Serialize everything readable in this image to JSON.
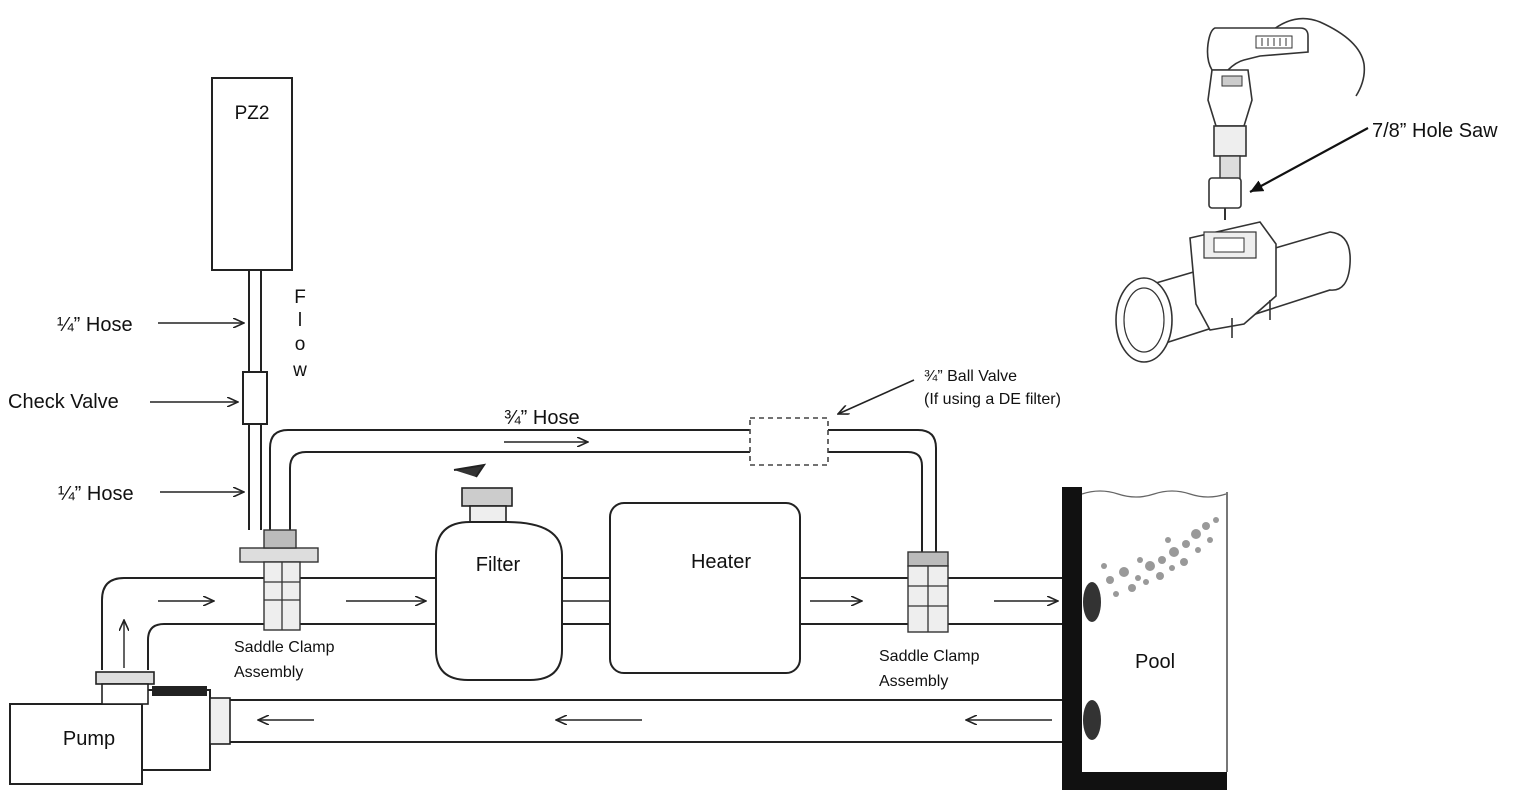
{
  "labels": {
    "pz2": "PZ2",
    "hose_quarter_top": "¼” Hose",
    "check_valve": "Check Valve",
    "hose_quarter_bottom": "¼” Hose",
    "flow": [
      "F",
      "l",
      "o",
      "w"
    ],
    "hose_three_quarter": "¾” Hose",
    "ball_valve_line1": "¾” Ball Valve",
    "ball_valve_line2": "(If using a DE filter)",
    "hole_saw": "7/8” Hole Saw",
    "filter": "Filter",
    "heater": "Heater",
    "saddle_left_line1": "Saddle Clamp",
    "saddle_left_line2": "Assembly",
    "saddle_right_line1": "Saddle Clamp",
    "saddle_right_line2": "Assembly",
    "pool": "Pool",
    "pump": "Pump"
  }
}
